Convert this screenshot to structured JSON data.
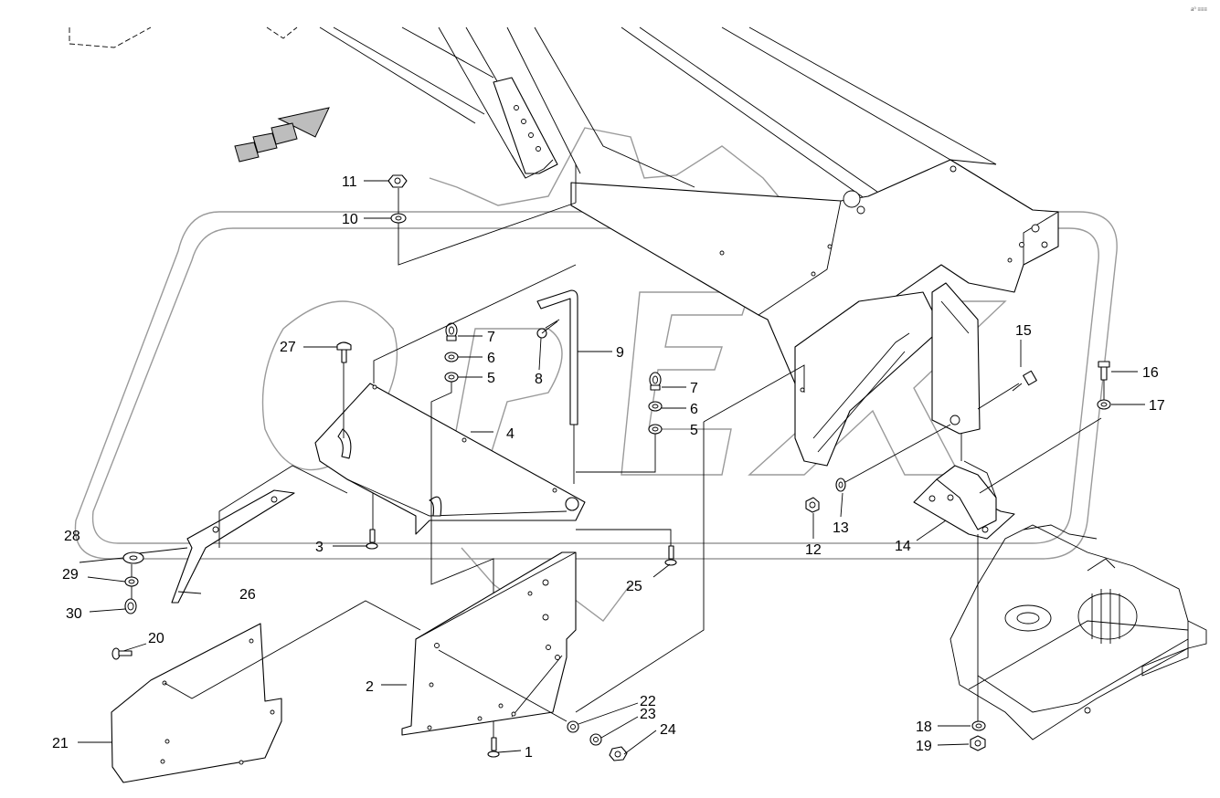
{
  "watermark": {
    "text": "OPEX",
    "color": "#9a9a9a"
  },
  "corner_mark": "a⁰ ≡≡≡",
  "callouts": [
    "1",
    "2",
    "3",
    "4",
    "5",
    "5",
    "6",
    "6",
    "7",
    "7",
    "8",
    "9",
    "10",
    "11",
    "12",
    "13",
    "14",
    "15",
    "16",
    "17",
    "18",
    "19",
    "20",
    "21",
    "22",
    "23",
    "24",
    "25",
    "26",
    "27",
    "28",
    "29",
    "30"
  ],
  "labels": {
    "p1": "1",
    "p2": "2",
    "p3": "3",
    "p4": "4",
    "p5a": "5",
    "p5b": "5",
    "p6a": "6",
    "p6b": "6",
    "p7a": "7",
    "p7b": "7",
    "p8": "8",
    "p9": "9",
    "p10": "10",
    "p11": "11",
    "p12": "12",
    "p13": "13",
    "p14": "14",
    "p15": "15",
    "p16": "16",
    "p17": "17",
    "p18": "18",
    "p19": "19",
    "p20": "20",
    "p21": "21",
    "p22": "22",
    "p23": "23",
    "p24": "24",
    "p25": "25",
    "p26": "26",
    "p27": "27",
    "p28": "28",
    "p29": "29",
    "p30": "30"
  },
  "colors": {
    "line": "#000000",
    "background": "#ffffff",
    "direction_arrow": "#bdbdbd"
  },
  "icons": {
    "direction": "travel-direction-arrow-icon"
  }
}
